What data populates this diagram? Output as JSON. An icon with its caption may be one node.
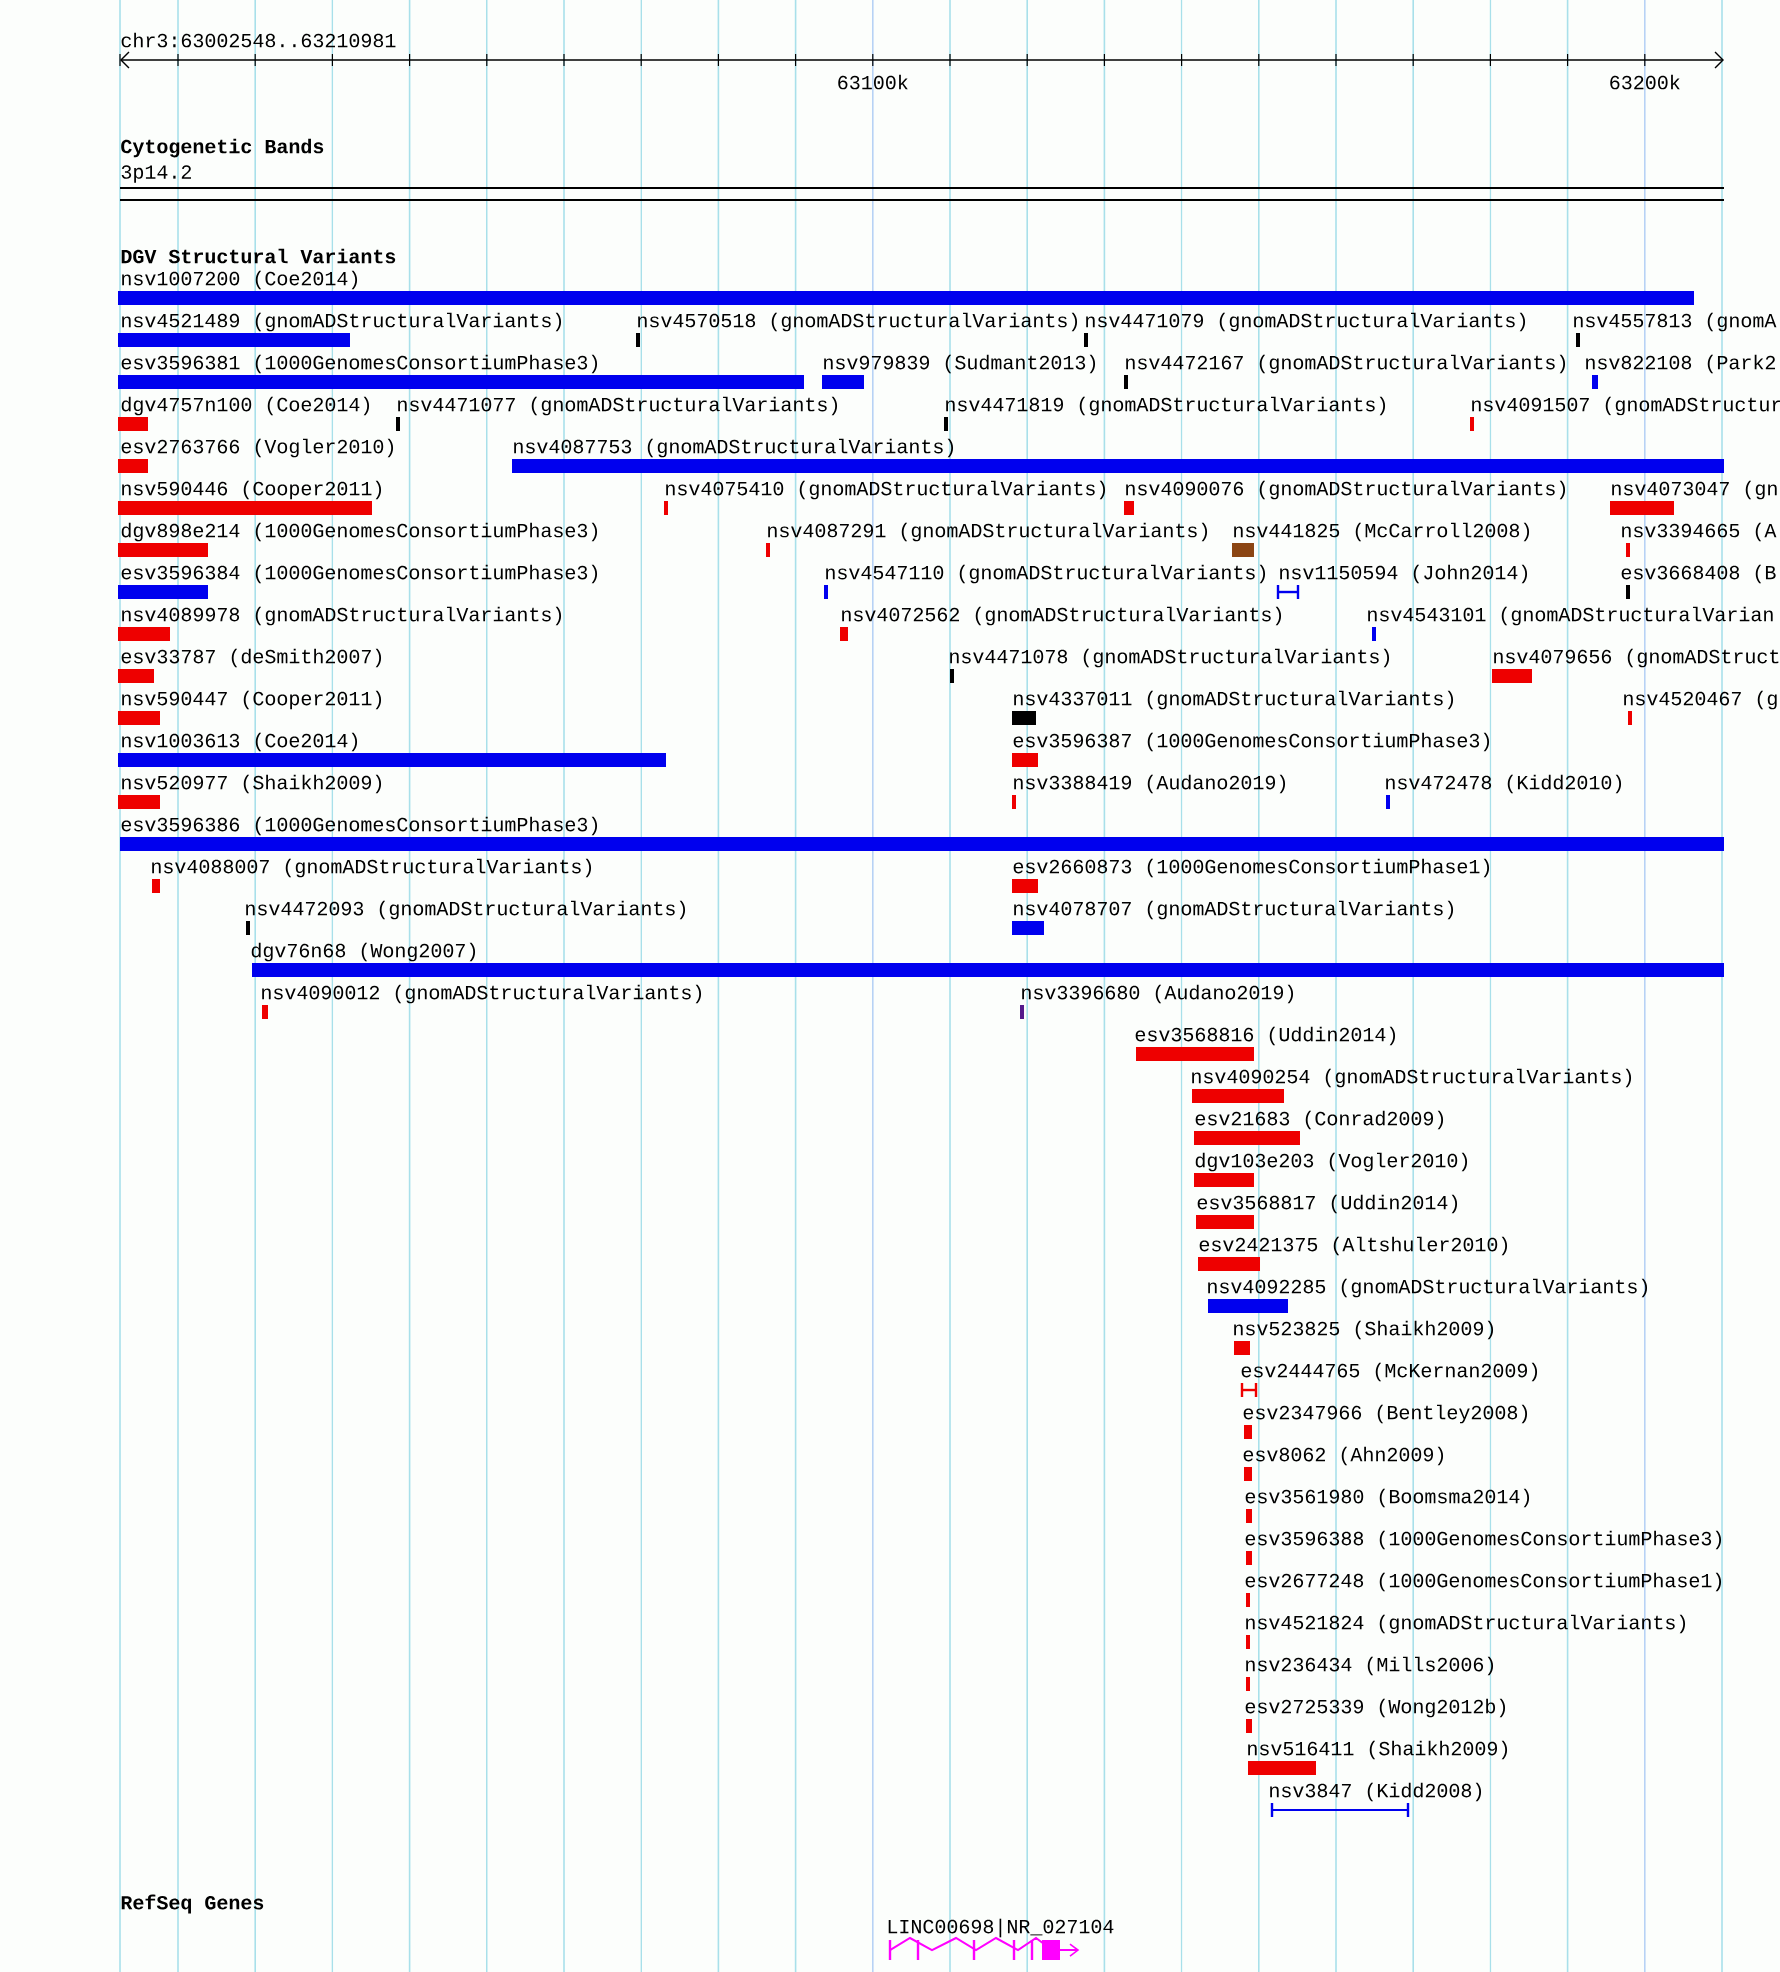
{
  "diagram": {
    "labels": [
      "chr3:63002548..63210981",
      "63100k",
      "63200k",
      "Cytogenetic Bands",
      "3p14.2",
      "DGV Structural Variants",
      "nsv1007200 (Coe2014)",
      "nsv4521489 (gnomADStructuralVariants)",
      "nsv4570518 (gnomADStructuralVariants)",
      "nsv4471079 (gnomADStructuralVariants)",
      "nsv4557813 (gnomA",
      "esv3596381 (1000GenomesConsortiumPhase3)",
      "nsv979839 (Sudmant2013)",
      "nsv4472167 (gnomADStructuralVariants)",
      "nsv822108 (Park2",
      "dgv4757n100 (Coe2014)",
      "nsv4471077 (gnomADStructuralVariants)",
      "nsv4471819 (gnomADStructuralVariants)",
      "nsv4091507 (gnomADStructur",
      "esv2763766 (Vogler2010)",
      "nsv4087753 (gnomADStructuralVariants)",
      "nsv590446 (Cooper2011)",
      "nsv4075410 (gnomADStructuralVariants)",
      "nsv4090076 (gnomADStructuralVariants)",
      "nsv4073047 (gn",
      "dgv898e214 (1000GenomesConsortiumPhase3)",
      "nsv4087291 (gnomADStructuralVariants)",
      "nsv441825 (McCarroll2008)",
      "nsv3394665 (A",
      "esv3596384 (1000GenomesConsortiumPhase3)",
      "nsv4547110 (gnomADStructuralVariants)",
      "nsv1150594 (John2014)",
      "esv3668408 (B",
      "nsv4089978 (gnomADStructuralVariants)",
      "nsv4072562 (gnomADStructuralVariants)",
      "nsv4543101 (gnomADStructuralVarian",
      "esv33787 (deSmith2007)",
      "nsv4471078 (gnomADStructuralVariants)",
      "nsv4079656 (gnomADStruct",
      "nsv590447 (Cooper2011)",
      "nsv4337011 (gnomADStructuralVariants)",
      "nsv4520467 (g",
      "nsv1003613 (Coe2014)",
      "esv3596387 (1000GenomesConsortiumPhase3)",
      "nsv520977 (Shaikh2009)",
      "nsv3388419 (Audano2019)",
      "nsv472478 (Kidd2010)",
      "esv3596386 (1000GenomesConsortiumPhase3)",
      "nsv4088007 (gnomADStructuralVariants)",
      "esv2660873 (1000GenomesConsortiumPhase1)",
      "nsv4472093 (gnomADStructuralVariants)",
      "nsv4078707 (gnomADStructuralVariants)",
      "dgv76n68 (Wong2007)",
      "nsv4090012 (gnomADStructuralVariants)",
      "nsv3396680 (Audano2019)",
      "esv3568816 (Uddin2014)",
      "nsv4090254 (gnomADStructuralVariants)",
      "esv21683 (Conrad2009)",
      "dgv103e203 (Vogler2010)",
      "esv3568817 (Uddin2014)",
      "esv2421375 (Altshuler2010)",
      "nsv4092285 (gnomADStructuralVariants)",
      "nsv523825 (Shaikh2009)",
      "esv2444765 (McKernan2009)",
      "esv2347966 (Bentley2008)",
      "esv8062 (Ahn2009)",
      "esv3561980 (Boomsma2014)",
      "esv3596388 (1000GenomesConsortiumPhase3)",
      "esv2677248 (1000GenomesConsortiumPhase1)",
      "nsv4521824 (gnomADStructuralVariants)",
      "nsv236434 (Mills2006)",
      "esv2725339 (Wong2012b)",
      "nsv516411 (Shaikh2009)",
      "nsv3847 (Kidd2008)",
      "RefSeq Genes",
      "LINC00698|NR_027104"
    ]
  }
}
